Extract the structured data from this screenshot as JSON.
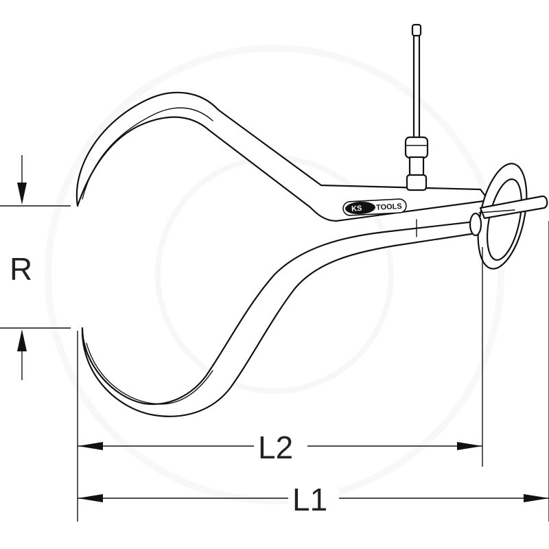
{
  "labels": {
    "radius": "R",
    "length_2": "L2",
    "length_1": "L1"
  },
  "logo": {
    "ks": "KS",
    "tools": "TOOLS"
  },
  "colors": {
    "line": "#111111",
    "background": "#ffffff",
    "label": "#222222"
  }
}
